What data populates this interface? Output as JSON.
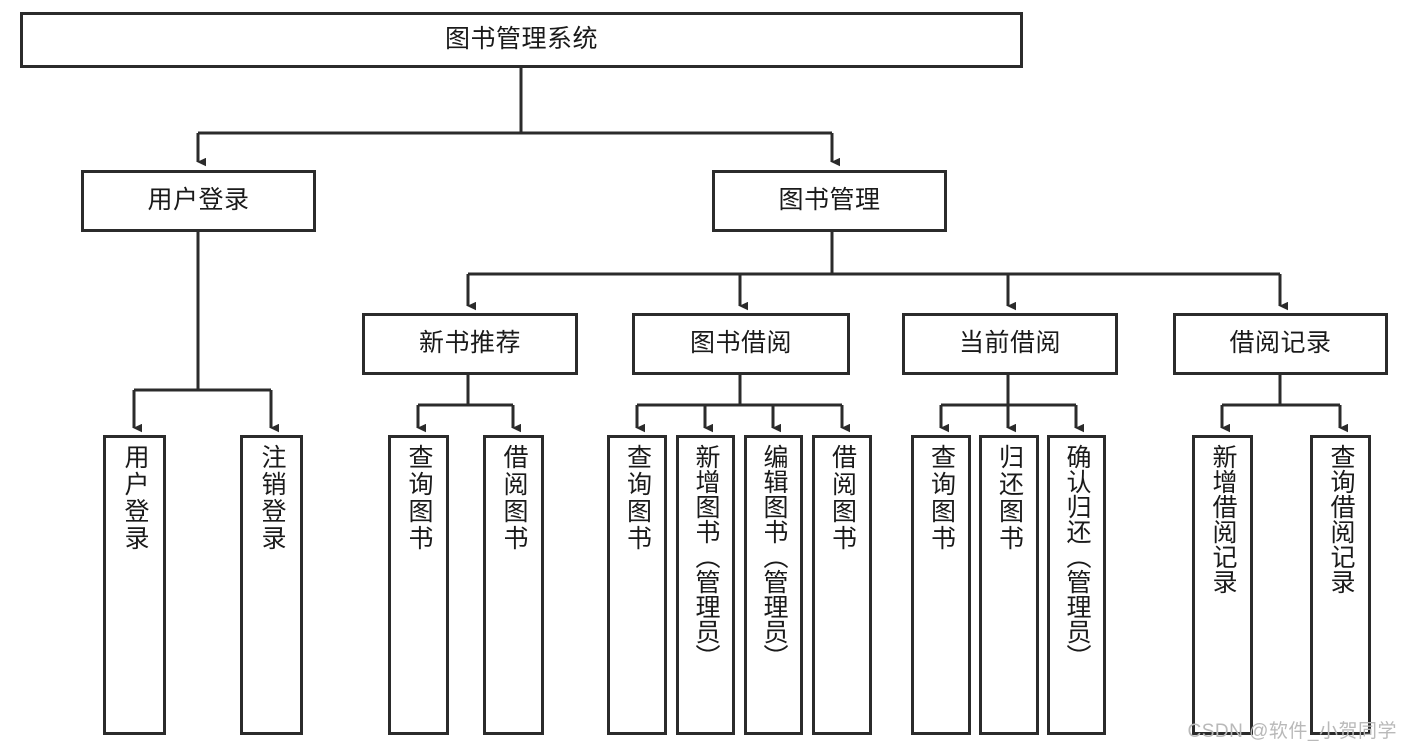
{
  "diagram": {
    "type": "tree-hierarchy-chart",
    "title": "图书管理系统",
    "line_color": "#2b2b2b",
    "box_fill": "#ffffff",
    "text_color": "#1a1a1a",
    "root": {
      "label": "图书管理系统"
    },
    "level2": [
      {
        "label": "用户登录"
      },
      {
        "label": "图书管理"
      }
    ],
    "level3": [
      {
        "label": "新书推荐"
      },
      {
        "label": "图书借阅"
      },
      {
        "label": "当前借阅"
      },
      {
        "label": "借阅记录"
      }
    ],
    "leaves": {
      "user_login": [
        {
          "label": "用户登录"
        },
        {
          "label": "注销登录"
        }
      ],
      "new_book_recommend": [
        {
          "label": "查询图书"
        },
        {
          "label": "借阅图书"
        }
      ],
      "book_borrow": [
        {
          "label": "查询图书"
        },
        {
          "label": "新增图书（管理员）"
        },
        {
          "label": "编辑图书（管理员）"
        },
        {
          "label": "借阅图书"
        }
      ],
      "current_borrow": [
        {
          "label": "查询图书"
        },
        {
          "label": "归还图书"
        },
        {
          "label": "确认归还（管理员）"
        }
      ],
      "borrow_record": [
        {
          "label": "新增借阅记录"
        },
        {
          "label": "查询借阅记录"
        }
      ]
    }
  },
  "watermark": {
    "text": "CSDN @软件_小贺同学"
  }
}
